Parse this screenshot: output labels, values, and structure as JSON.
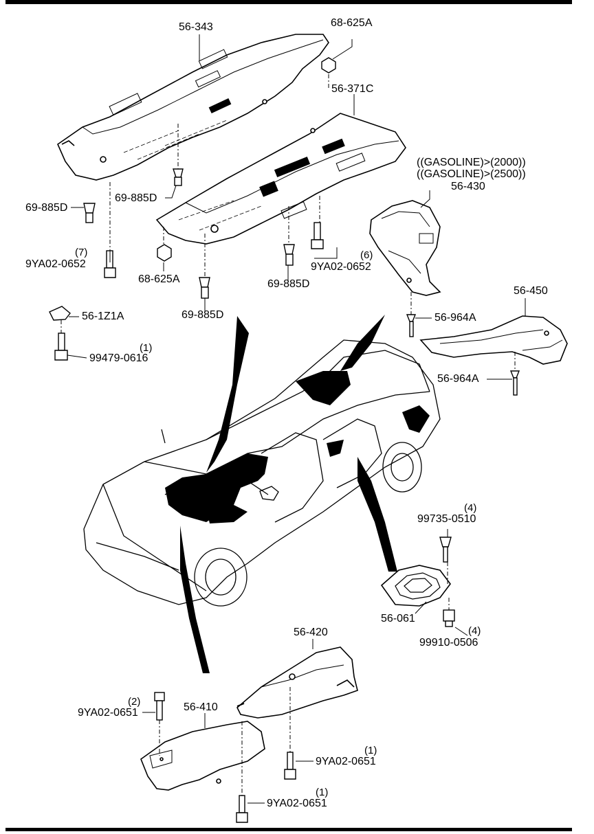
{
  "labels": {
    "p56_343": "56-343",
    "p68_625A_top": "68-625A",
    "p56_371C": "56-371C",
    "gasoline_2000": "((GASOLINE)>(2000))",
    "gasoline_2500": "((GASOLINE)>(2500))",
    "p56_430": "56-430",
    "p69_885D_a": "69-885D",
    "p69_885D_b": "69-885D",
    "p69_885D_c": "69-885D",
    "p69_885D_d": "69-885D",
    "p9YA02_0652_a": "9YA02-0652",
    "p9YA02_0652_b": "9YA02-0652",
    "p68_625A_bot": "68-625A",
    "p56_1Z1A": "56-1Z1A",
    "p99479_0616": "99479-0616",
    "p56_964A_a": "56-964A",
    "p56_450": "56-450",
    "p56_964A_b": "56-964A",
    "p99735_0510": "99735-0510",
    "p56_061": "56-061",
    "p99910_0506": "99910-0506",
    "p56_420": "56-420",
    "p9YA02_0651_a": "9YA02-0651",
    "p56_410": "56-410",
    "p9YA02_0651_b": "9YA02-0651",
    "p9YA02_0651_c": "9YA02-0651"
  },
  "quantities": {
    "q7": "(7)",
    "q6": "(6)",
    "q1_99479": "(1)",
    "q4_99735": "(4)",
    "q4_99910": "(4)",
    "q2": "(2)",
    "q1_0651_b": "(1)",
    "q1_0651_c": "(1)"
  }
}
